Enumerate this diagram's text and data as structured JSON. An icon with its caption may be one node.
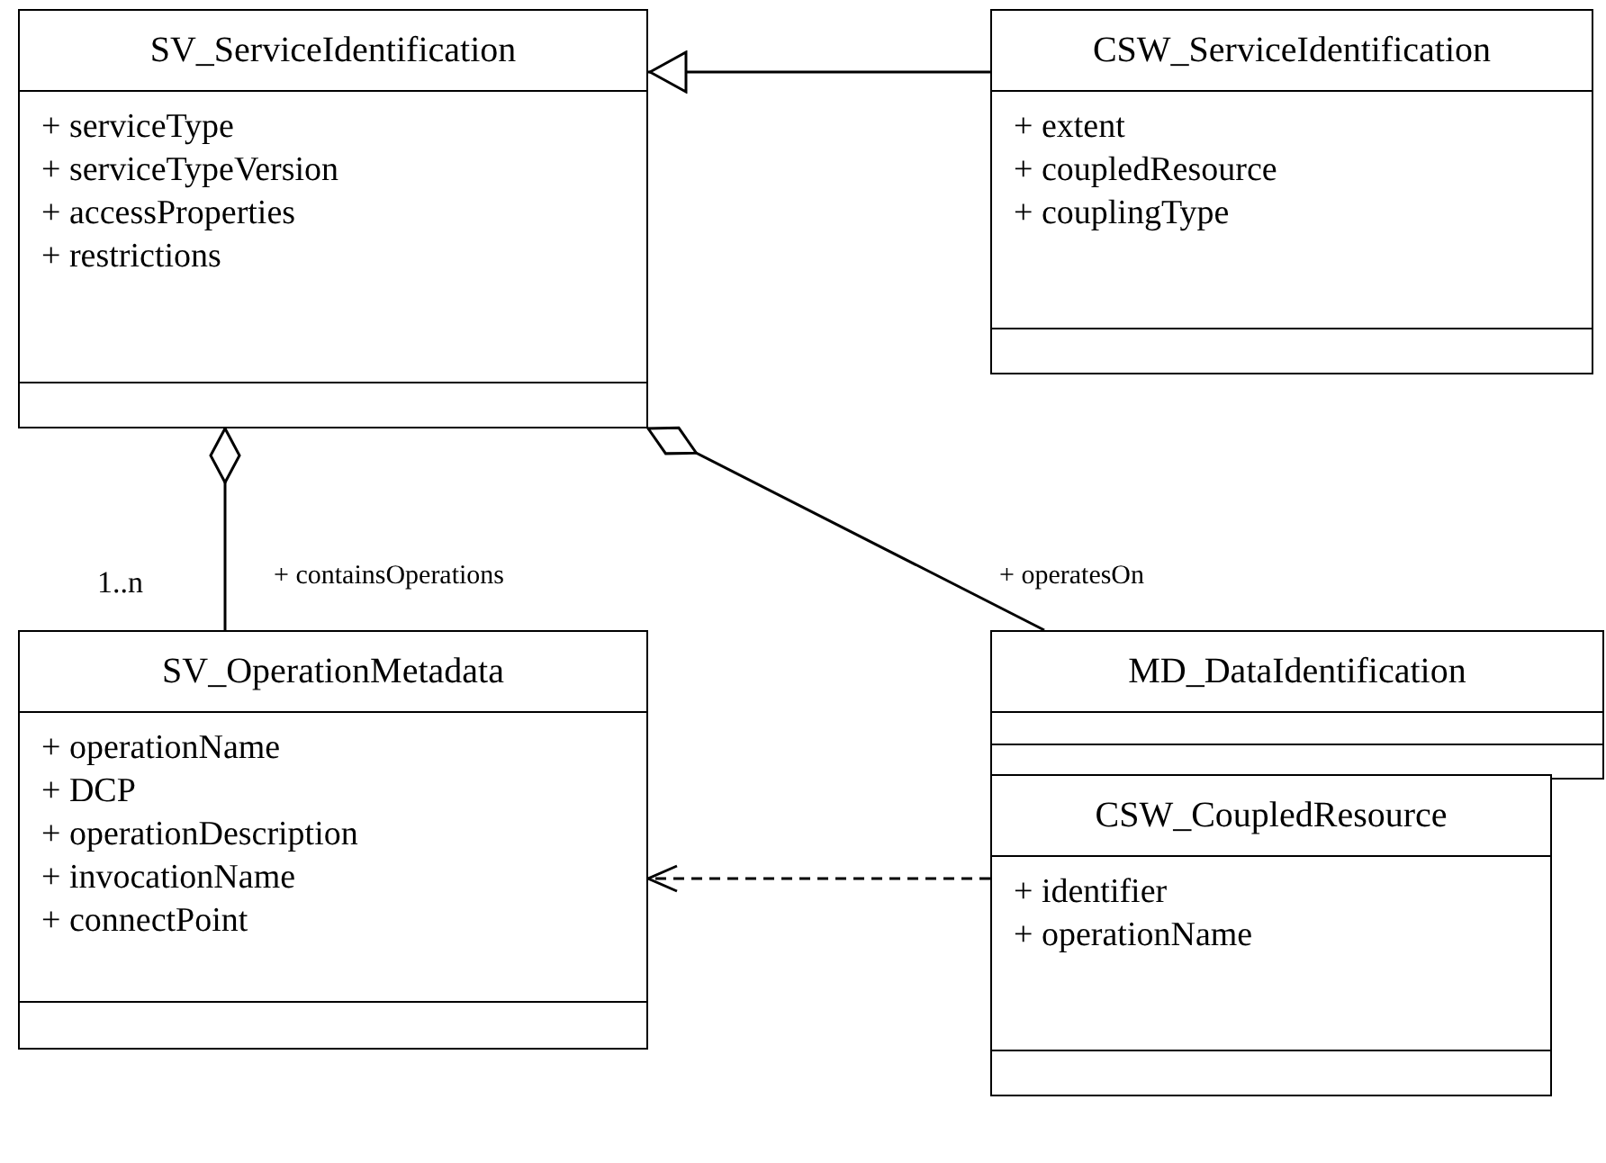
{
  "diagram": {
    "nodes": [
      {
        "text": [
          "SV_ServiceIdentification",
          "+ serviceType",
          "+ serviceTypeVersion",
          "+ accessProperties",
          "+ restrictions"
        ]
      },
      {
        "text": [
          "CSW_ServiceIdentification",
          "+ extent",
          "+ coupledResource",
          "+ couplingType"
        ]
      },
      {
        "text": [
          "SV_OperationMetadata",
          "+ operationName",
          "+ DCP",
          "+ operationDescription",
          "+ invocationName",
          "+ connectPoint"
        ]
      },
      {
        "text": [
          "MD_DataIdentification"
        ]
      },
      {
        "text": [
          "CSW_CoupledResource",
          "+ identifier",
          "+ operationName"
        ]
      }
    ],
    "edges": [
      {
        "from": 1,
        "to": 0,
        "arrow": "to"
      },
      {
        "from": 0,
        "to": 2,
        "arrow": "other",
        "label": "+ containsOperations"
      },
      {
        "from": 0,
        "to": 3,
        "arrow": "other",
        "label": "+ operatesOn"
      },
      {
        "from": 4,
        "to": 2,
        "arrow": "to",
        "style": "dashed"
      }
    ],
    "labels": [
      "1..n"
    ]
  }
}
